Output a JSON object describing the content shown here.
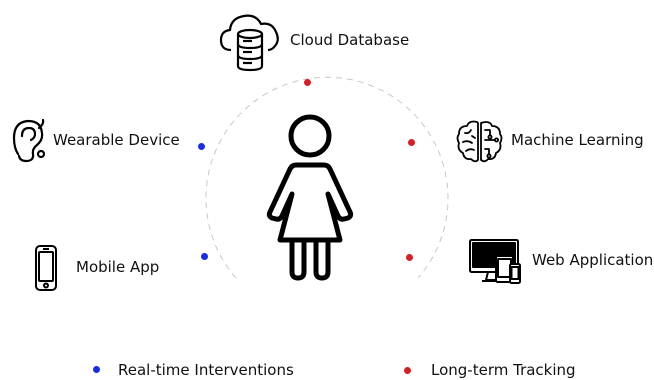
{
  "nodes": {
    "cloud_database": {
      "label": "Cloud Database",
      "icon": "cloud-database-icon"
    },
    "wearable_device": {
      "label": "Wearable Device",
      "icon": "hearing-aid-icon"
    },
    "mobile_app": {
      "label": "Mobile App",
      "icon": "smartphone-icon"
    },
    "machine_learning": {
      "label": "Machine Learning",
      "icon": "brain-circuit-icon"
    },
    "web_application": {
      "label": "Web Application",
      "icon": "desktop-devices-icon"
    },
    "center": {
      "icon": "person-icon"
    }
  },
  "legend": {
    "realtime": {
      "label": "Real-time Interventions",
      "color": "#1a2fd8"
    },
    "longterm": {
      "label": "Long-term Tracking",
      "color": "#d0202a"
    }
  },
  "colors": {
    "blue": "#1a2fd8",
    "red": "#d0202a",
    "arc": "#c8c8c8"
  }
}
